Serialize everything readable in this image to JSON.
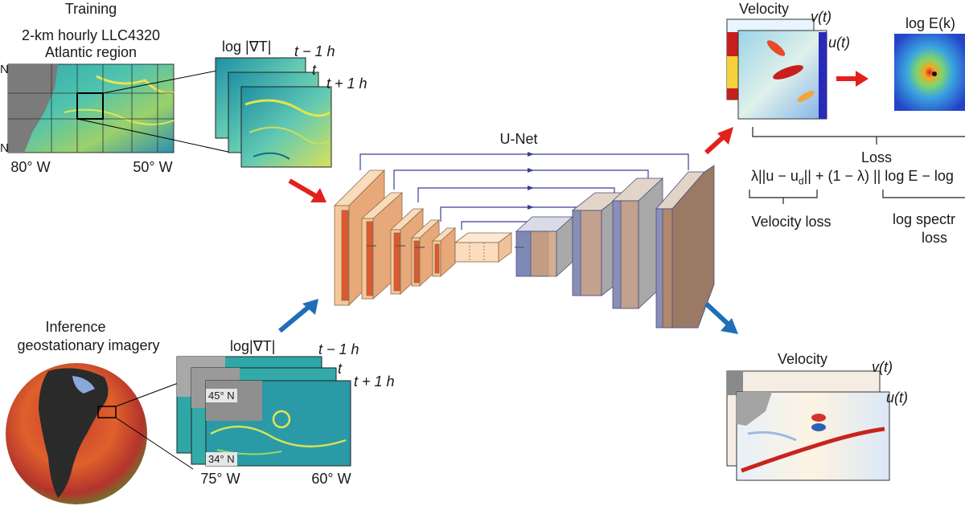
{
  "training": {
    "title": "Training",
    "dataset_line1": "2-km hourly LLC4320",
    "dataset_line2": "Atlantic region",
    "lat_tick_top": "N",
    "lat_tick_bottom": "N",
    "lon_tick_left": "80° W",
    "lon_tick_right": "50° W",
    "stack_label": "log |∇T|",
    "frame_labels": [
      "t − 1 h",
      "t",
      "t + 1 h"
    ]
  },
  "inference": {
    "title_line1": "Inference",
    "title_line2": "geostationary imagery",
    "stack_label": "log|∇T|",
    "frame_labels": [
      "t − 1 h",
      "t",
      "t + 1 h"
    ],
    "lat_north": "45° N",
    "lat_south": "34° N",
    "lon_left": "75° W",
    "lon_right": "60° W"
  },
  "unet": {
    "label": "U-Net"
  },
  "output_training": {
    "velocity_label": "Velocity",
    "v_label": "v(t)",
    "u_label": "u(t)",
    "spectrum_label": "log E(k)"
  },
  "loss": {
    "title": "Loss",
    "formula_lambda": "λ||u − u",
    "formula_sub": "d",
    "formula_rest": "|| + (1 − λ) || log E − log",
    "velocity_loss": "Velocity loss",
    "spectral_loss_line1": "log spectr",
    "spectral_loss_line2": "loss"
  },
  "output_inference": {
    "velocity_label": "Velocity",
    "v_label": "v(t)",
    "u_label": "u(t)"
  },
  "colors": {
    "training_arrow": "#e3211c",
    "inference_arrow": "#1f6fb8",
    "encoder_fill": "#f6c79a",
    "encoder_dark": "#e0582e",
    "decoder_fill": "#c9a48a",
    "skip_line": "#3a3f96"
  }
}
